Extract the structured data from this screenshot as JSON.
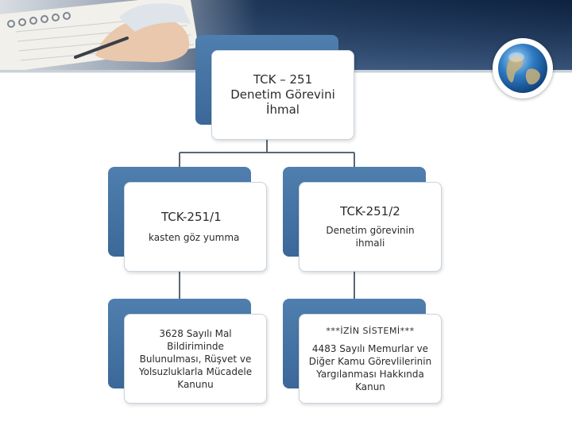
{
  "colors": {
    "node_blue": "#3b6898",
    "node_border": "#c9d4df",
    "connector": "#5a6672",
    "text": "#2b2b2b"
  },
  "decor": {
    "banner": "notebook-writing-photo",
    "logo": "globe-icon"
  },
  "root": {
    "title": "TCK – 251",
    "subtitle_line1": "Denetim Görevini",
    "subtitle_line2": "İhmal"
  },
  "left_branch": {
    "code": "TCK-251/1",
    "desc": "kasten göz yumma"
  },
  "right_branch": {
    "code": "TCK-251/2",
    "desc_line1": "Denetim görevinin",
    "desc_line2": "ihmali"
  },
  "left_leaf": {
    "lines": [
      "3628 Sayılı Mal",
      "Bildiriminde",
      "Bulunulması, Rüşvet ve",
      "Yolsuzluklarla Mücadele",
      "Kanunu"
    ]
  },
  "right_leaf": {
    "note": "***İZİN SİSTEMİ***",
    "lines": [
      "4483 Sayılı Memurlar ve",
      "Diğer Kamu Görevlilerinin",
      "Yargılanması Hakkında",
      "Kanun"
    ]
  }
}
